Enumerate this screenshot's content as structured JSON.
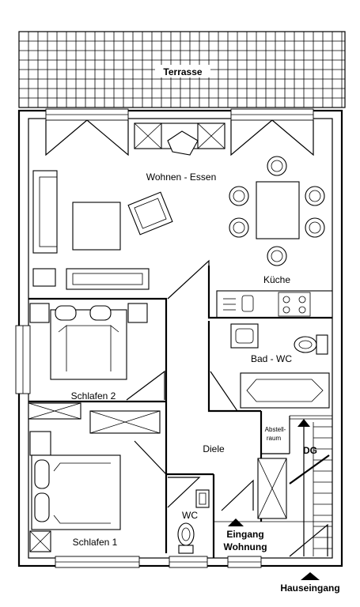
{
  "labels": {
    "terrasse": "Terrasse",
    "wohnen_essen": "Wohnen - Essen",
    "kueche": "Küche",
    "schlafen2": "Schlafen 2",
    "bad_wc": "Bad - WC",
    "diele": "Diele",
    "abstell_line1": "Abstell-",
    "abstell_line2": "raum",
    "dg": "DG",
    "wc": "WC",
    "eingang_line1": "Eingang",
    "eingang_line2": "Wohnung",
    "schlafen1": "Schlafen 1",
    "hauseingang": "Hauseingang"
  }
}
